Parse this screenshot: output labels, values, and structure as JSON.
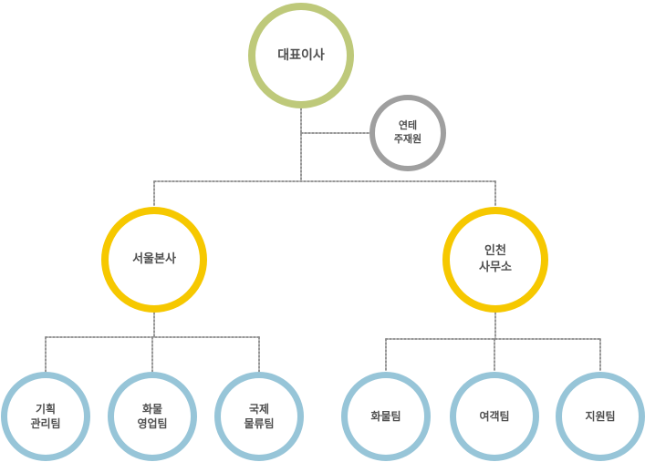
{
  "chart_data": {
    "type": "organization_chart",
    "nodes": {
      "ceo": "대표이사",
      "aux": "연테\n주재원",
      "branch_left": "서울본사",
      "branch_right": "인천\n사무소",
      "team_1": "기획\n관리팀",
      "team_2": "화물\n영업팀",
      "team_3": "국제\n물류팀",
      "team_4": "화물팀",
      "team_5": "여객팀",
      "team_6": "지원팀"
    },
    "relationships": [
      [
        "대표이사",
        "연테\n주재원"
      ],
      [
        "대표이사",
        "서울본사"
      ],
      [
        "대표이사",
        "인천\n사무소"
      ],
      [
        "서울본사",
        "기획\n관리팀"
      ],
      [
        "서울본사",
        "화물\n영업팀"
      ],
      [
        "서울본사",
        "국제\n물류팀"
      ],
      [
        "인천\n사무소",
        "화물팀"
      ],
      [
        "인천\n사무소",
        "여객팀"
      ],
      [
        "인천\n사무소",
        "지원팀"
      ]
    ]
  },
  "colors": {
    "top": "#bec97a",
    "auxiliary": "#9f9f9f",
    "branch": "#f6c800",
    "team": "#97c5d8",
    "connector": "#8a8a8a"
  }
}
